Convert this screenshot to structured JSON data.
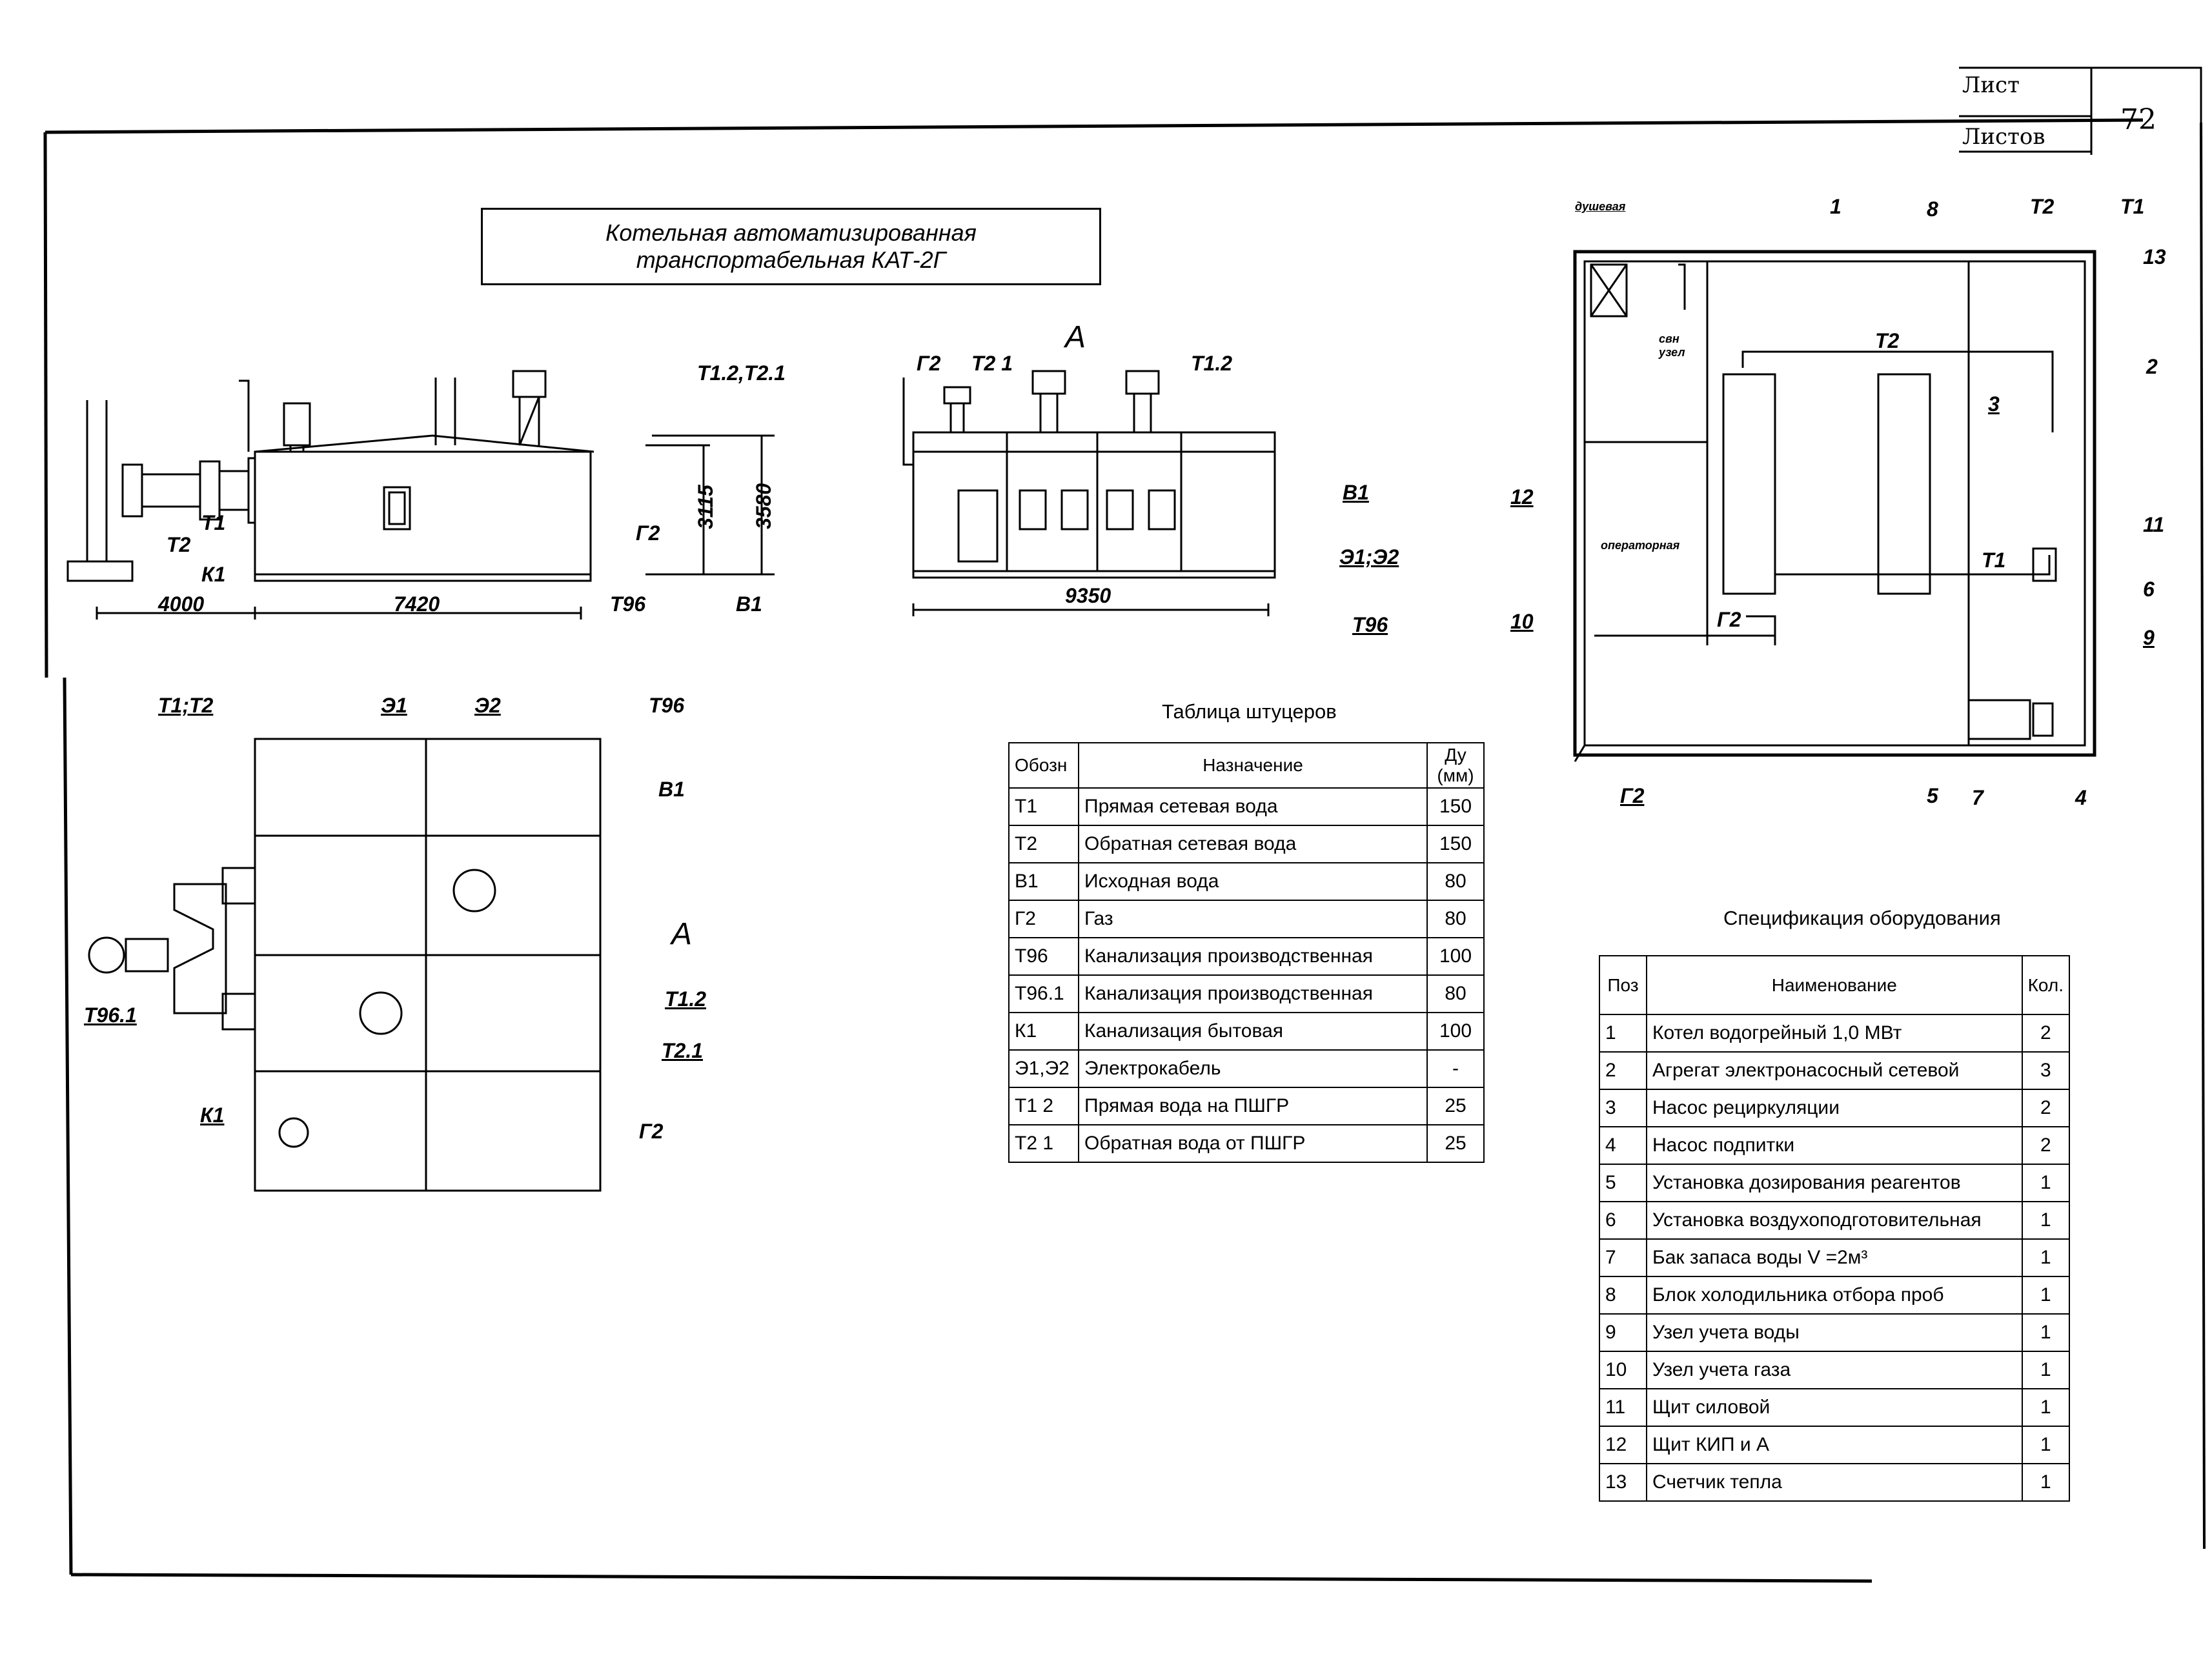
{
  "stamp": {
    "sheet_label": "Лист",
    "sheets_label": "Листов",
    "sheet_number": "72"
  },
  "title": {
    "line1": "Котельная автоматизированная",
    "line2": "транспортабельная КАТ-2Г"
  },
  "side_view": {
    "t1_2_t2_1": "Т1.2,Т2.1",
    "t1": "Т1",
    "t2": "Т2",
    "k1": "К1",
    "g2": "Г2",
    "dim_3115": "3115",
    "dim_3580": "3580",
    "dim_4000": "4000",
    "dim_7420": "7420",
    "t96": "Т96",
    "b1": "В1"
  },
  "view_a": {
    "label_a": "А",
    "g2": "Г2",
    "t2_1": "Т2 1",
    "t1_2": "Т1.2",
    "b1": "В1",
    "e1e2": "Э1;Э2",
    "t96": "Т96",
    "dim_9350": "9350"
  },
  "plan": {
    "t1t2": "Т1;Т2",
    "e1": "Э1",
    "e2": "Э2",
    "t96": "Т96",
    "b1": "В1",
    "label_a": "А",
    "t1_2": "Т1.2",
    "t2_1": "Т2.1",
    "t96_1": "Т96.1",
    "k1": "К1",
    "g2": "Г2"
  },
  "layout": {
    "shower": "душевая",
    "wc": "свн узел",
    "operator": "операторная",
    "t2": "Т2",
    "t1": "Т1",
    "g2": "Г2",
    "pos": [
      "1",
      "8",
      "Т2",
      "Т1",
      "13",
      "2",
      "3",
      "11",
      "6",
      "9",
      "12",
      "10",
      "Г2",
      "5",
      "7",
      "4"
    ]
  },
  "fittings_table": {
    "caption": "Таблица штуцеров",
    "headers": [
      "Обозн",
      "Назначение",
      "Ду (мм)"
    ],
    "rows": [
      [
        "Т1",
        "Прямая сетевая вода",
        "150"
      ],
      [
        "Т2",
        "Обратная сетевая вода",
        "150"
      ],
      [
        "В1",
        "Исходная вода",
        "80"
      ],
      [
        "Г2",
        "Газ",
        "80"
      ],
      [
        "Т96",
        "Канализация производственная",
        "100"
      ],
      [
        "Т96.1",
        "Канализация производственная",
        "80"
      ],
      [
        "К1",
        "Канализация бытовая",
        "100"
      ],
      [
        "Э1,Э2",
        "Электрокабель",
        "-"
      ],
      [
        "Т1 2",
        "Прямая вода на ПШГР",
        "25"
      ],
      [
        "Т2 1",
        "Обратная вода от ПШГР",
        "25"
      ]
    ]
  },
  "equipment_table": {
    "caption": "Спецификация оборудования",
    "headers": [
      "Поз",
      "Наименование",
      "Кол."
    ],
    "rows": [
      [
        "1",
        "Котел водогрейный     1,0 МВт",
        "2"
      ],
      [
        "2",
        "Агрегат электронасосный сетевой",
        "3"
      ],
      [
        "3",
        "Насос рециркуляции",
        "2"
      ],
      [
        "4",
        "Насос подпитки",
        "2"
      ],
      [
        "5",
        "Установка дозирования реагентов",
        "1"
      ],
      [
        "6",
        "Установка воздухоподготовительная",
        "1"
      ],
      [
        "7",
        "Бак запаса воды V =2м³",
        "1"
      ],
      [
        "8",
        "Блок холодильника отбора проб",
        "1"
      ],
      [
        "9",
        "Узел учета воды",
        "1"
      ],
      [
        "10",
        "Узел учета газа",
        "1"
      ],
      [
        "11",
        "Щит силовой",
        "1"
      ],
      [
        "12",
        "Щит КИП и А",
        "1"
      ],
      [
        "13",
        "Счетчик тепла",
        "1"
      ]
    ]
  }
}
